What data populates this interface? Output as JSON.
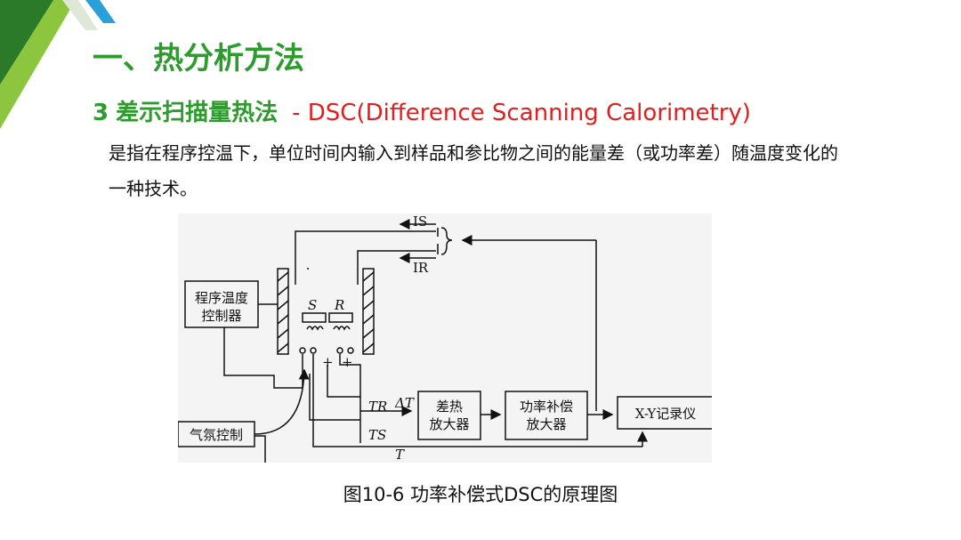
{
  "slide": {
    "title": "一、热分析方法",
    "subtitle_number": "3",
    "subtitle_zh": "差示扫描量热法",
    "subtitle_en": "- DSC(Difference Scanning Calorimetry)",
    "body": "是指在程序控温下，单位时间内输入到样品和参比物之间的能量差（或功率差）随温度变化的一种技术。",
    "caption": "图10-6 功率补偿式DSC的原理图"
  },
  "diagram": {
    "block_program_line1": "程序温度",
    "block_program_line2": "控制器",
    "block_gas": "气氛控制",
    "block_diff_amp_line1": "差热",
    "block_diff_amp_line2": "放大器",
    "block_power_line1": "功率补偿",
    "block_power_line2": "放大器",
    "block_recorder": "X-Y记录仪",
    "label_is": "IS",
    "label_ir": "IR",
    "label_s": "S",
    "label_r": "R",
    "label_tr": "TR",
    "label_ts": "TS",
    "label_delta_t": "ΔT",
    "label_t": "T",
    "label_plus": "+"
  },
  "colors": {
    "title_green": "#2e9b2e",
    "accent_red": "#e02020",
    "deco_dark_green": "#2a7a2a",
    "deco_light_green": "#8cc63f",
    "deco_blue": "#2aa0d8"
  }
}
